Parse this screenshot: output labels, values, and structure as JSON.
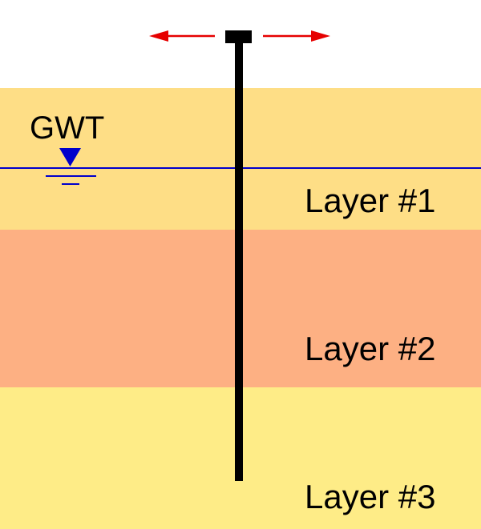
{
  "colors": {
    "background": "#ffffff",
    "layer_1": "#FEDE86",
    "layer_2": "#FDB083",
    "layer_3": "#FEEC87",
    "water_table_line": "#0000cc",
    "water_symbol": "#0000cc",
    "pile": "#000000",
    "load_arrows": "#e60000"
  },
  "icons": {
    "water_table_symbol": "water-table-triangle-icon",
    "lateral_load_arrows": "double-arrow-left-right-icon"
  },
  "gwt": {
    "label": "GWT"
  },
  "layers": [
    {
      "label": "Layer #1"
    },
    {
      "label": "Layer #2"
    },
    {
      "label": "Layer #3"
    }
  ]
}
